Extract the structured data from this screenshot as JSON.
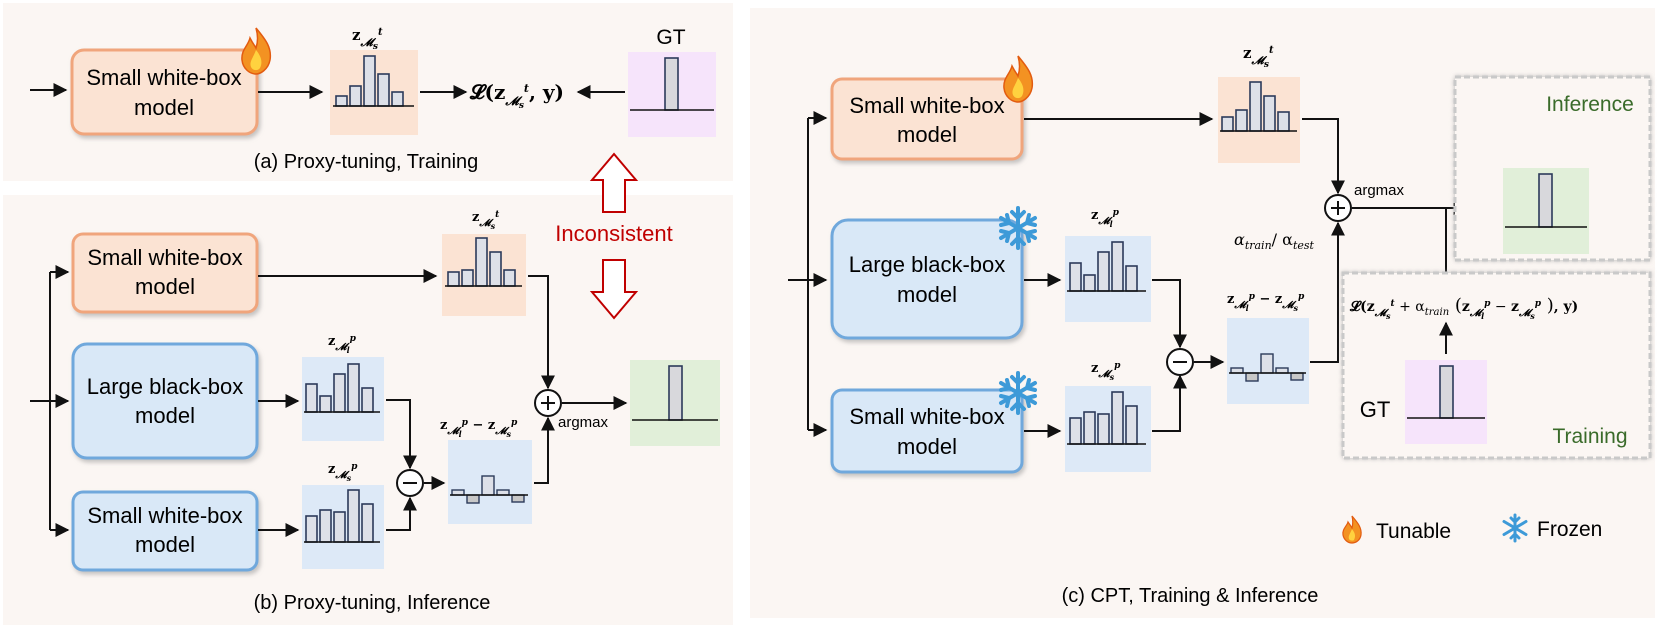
{
  "panel_a": {
    "caption": "(a) Proxy-tuning, Training",
    "model_label_1": "Small white-box",
    "model_label_2": "model",
    "gt_label": "GT",
    "loss_label": "𝓛(z",
    "loss_sub": "𝓜",
    "loss_sup": "t",
    "loss_tail": ", y)",
    "logit_label": "z",
    "logit_sub": "𝓜",
    "logit_subsub": "s",
    "logit_sup": "t"
  },
  "inconsistent_label": "Inconsistent",
  "panel_b": {
    "caption": "(b) Proxy-tuning, Inference",
    "top_model_1": "Small white-box",
    "top_model_2": "model",
    "mid_model_1": "Large black-box",
    "mid_model_2": "model",
    "bot_model_1": "Small white-box",
    "bot_model_2": "model",
    "argmax_label": "argmax",
    "diff_label": "z",
    "z_label": "z"
  },
  "panel_c": {
    "caption": "(c) CPT, Training & Inference",
    "top_model_1": "Small white-box",
    "top_model_2": "model",
    "mid_model_1": "Large black-box",
    "mid_model_2": "model",
    "bot_model_1": "Small white-box",
    "bot_model_2": "model",
    "argmax_label": "argmax",
    "alpha_label": "α",
    "alpha_train": "train",
    "alpha_sep": "/ α",
    "alpha_test": "test",
    "inference_label": "Inference",
    "training_label": "Training",
    "gt_label": "GT",
    "loss_formula": "𝓛(z",
    "legend_tunable": "Tunable",
    "legend_frozen": "Frozen",
    "z_label": "z"
  },
  "colors": {
    "tunable_fill": "#fbe3d3",
    "tunable_border": "#f0a57c",
    "frozen_fill": "#d9e8f7",
    "frozen_border": "#6fa8dc",
    "gt_bg": "#f6e4fb",
    "output_bg": "#e1efd9",
    "logit_bg": "#dde9f7",
    "logit_bg_warm": "#fbe3d3",
    "accent_red": "#c00000",
    "text_green": "#3a6b2a"
  },
  "icons": {
    "fire": "fire-icon",
    "snow": "snowflake-icon"
  }
}
